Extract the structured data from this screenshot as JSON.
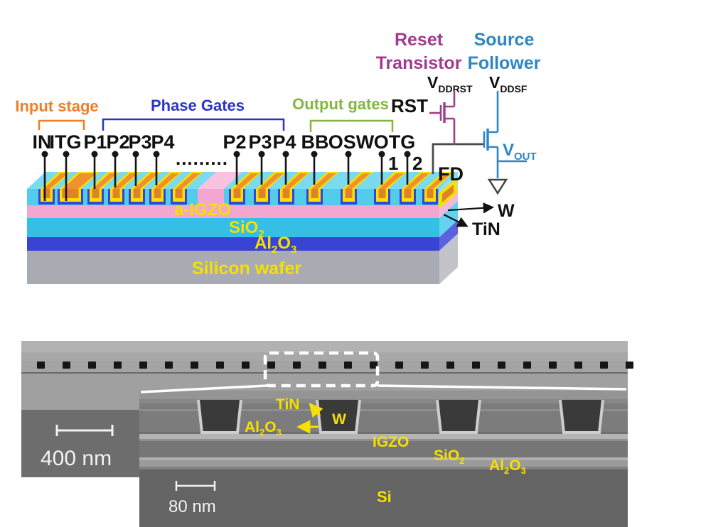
{
  "figure": {
    "type": "device-schematic-and-sem-cross-section",
    "colors": {
      "input_stage_orange": "#F07E26",
      "phase_gates_blue": "#2A35C8",
      "output_gates_green": "#82B740",
      "reset_magenta": "#A23A8E",
      "sf_blue": "#2E86C4",
      "annotation_yellow": "#F5E000",
      "layer_pink_aigzo": "#F2A6D0",
      "layer_cyan_sio2": "#35BEE6",
      "layer_blue_al2o3": "#3A44D4",
      "layer_gray_wafer": "#A9ABB3",
      "gate_orange_w": "#F0912F",
      "gate_yellow_tin": "#F8E000"
    }
  },
  "schematic": {
    "brackets": [
      {
        "label": "Input stage"
      },
      {
        "label": "Phase Gates"
      },
      {
        "label": "Output gates"
      }
    ],
    "gates_left": [
      "IN",
      "ITG",
      "P1",
      "P2",
      "P3",
      "P4"
    ],
    "ellipsis": ".........",
    "gates_right": [
      "P2",
      "P3",
      "P4",
      "BB",
      "OSW",
      "OTG"
    ],
    "otg_pins": [
      "1",
      "2"
    ],
    "fd_label": "FD",
    "layers": {
      "aigzo": "a-IGZO",
      "sio2_main": "SiO",
      "sio2_sub": "2",
      "al2o3_p1": "Al",
      "al2o3_s1": "2",
      "al2o3_p2": "O",
      "al2o3_s2": "3",
      "wafer": "Silicon wafer"
    },
    "metals": {
      "w": "W",
      "tin": "TiN"
    },
    "reset_transistor": {
      "title_line1": "Reset",
      "title_line2": "Transistor",
      "vdd_main": "V",
      "vdd_sub": "DDRST",
      "gate_label": "RST"
    },
    "source_follower": {
      "title_line1": "Source",
      "title_line2": "Follower",
      "vdd_main": "V",
      "vdd_sub": "DDSF",
      "vout_main": "V",
      "vout_sub": "OUT"
    }
  },
  "sem": {
    "overview_scale": "400 nm",
    "inset_scale": "80 nm",
    "labels": {
      "tin": "TiN",
      "w": "W",
      "al2o3_top_p1": "Al",
      "al2o3_top_s1": "2",
      "al2o3_top_p2": "O",
      "al2o3_top_s2": "3",
      "igzo": "IGZO",
      "sio2_main": "SiO",
      "sio2_sub": "2",
      "al2o3_bot_p1": "Al",
      "al2o3_bot_s1": "2",
      "al2o3_bot_p2": "O",
      "al2o3_bot_s2": "3",
      "si": "Si"
    }
  }
}
